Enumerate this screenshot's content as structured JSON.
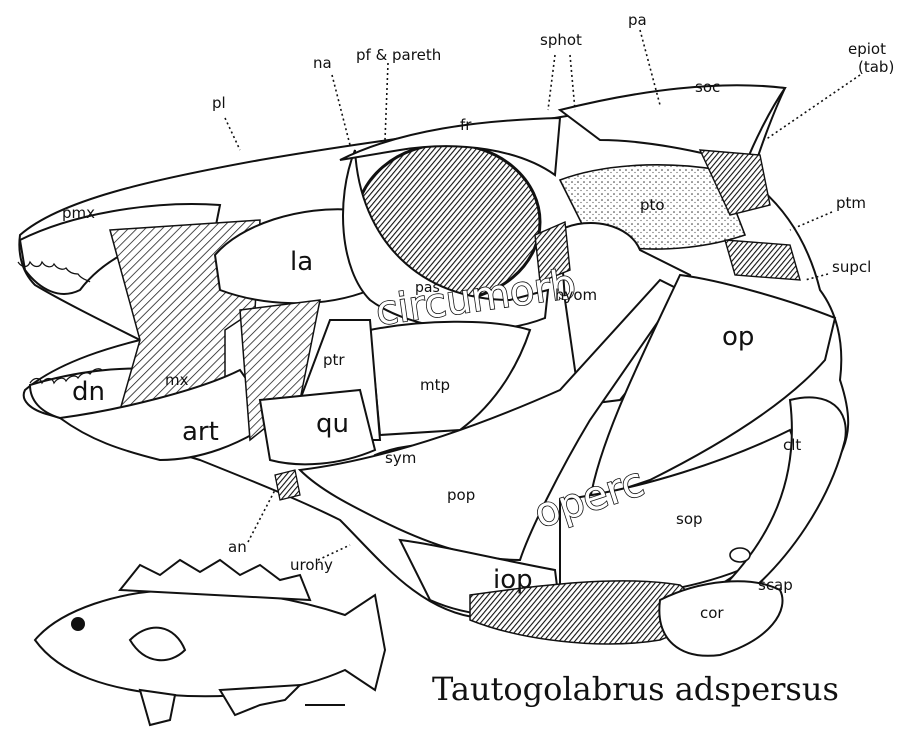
{
  "caption": "Tautogolabrus adspersus",
  "labels": {
    "pl": "pl",
    "na": "na",
    "pf_pareth": "pf & pareth",
    "fr": "fr",
    "sphot": "sphot",
    "pa": "pa",
    "soc": "soc",
    "epiot": "epiot",
    "tab": "(tab)",
    "pmx": "pmx",
    "la": "la",
    "pto": "pto",
    "ptm": "ptm",
    "supcl": "supcl",
    "circumorb": "circumorb",
    "pas": "pas",
    "hyom": "hyom",
    "op": "op",
    "mx": "mx",
    "dn": "dn",
    "ptr": "ptr",
    "mtp": "mtp",
    "art": "art",
    "qu": "qu",
    "sym": "sym",
    "pop": "pop",
    "operc": "operc",
    "clt": "clt",
    "sop": "sop",
    "an": "an",
    "urohy": "urohy",
    "iop": "iop",
    "scap": "scap",
    "cor": "cor"
  }
}
